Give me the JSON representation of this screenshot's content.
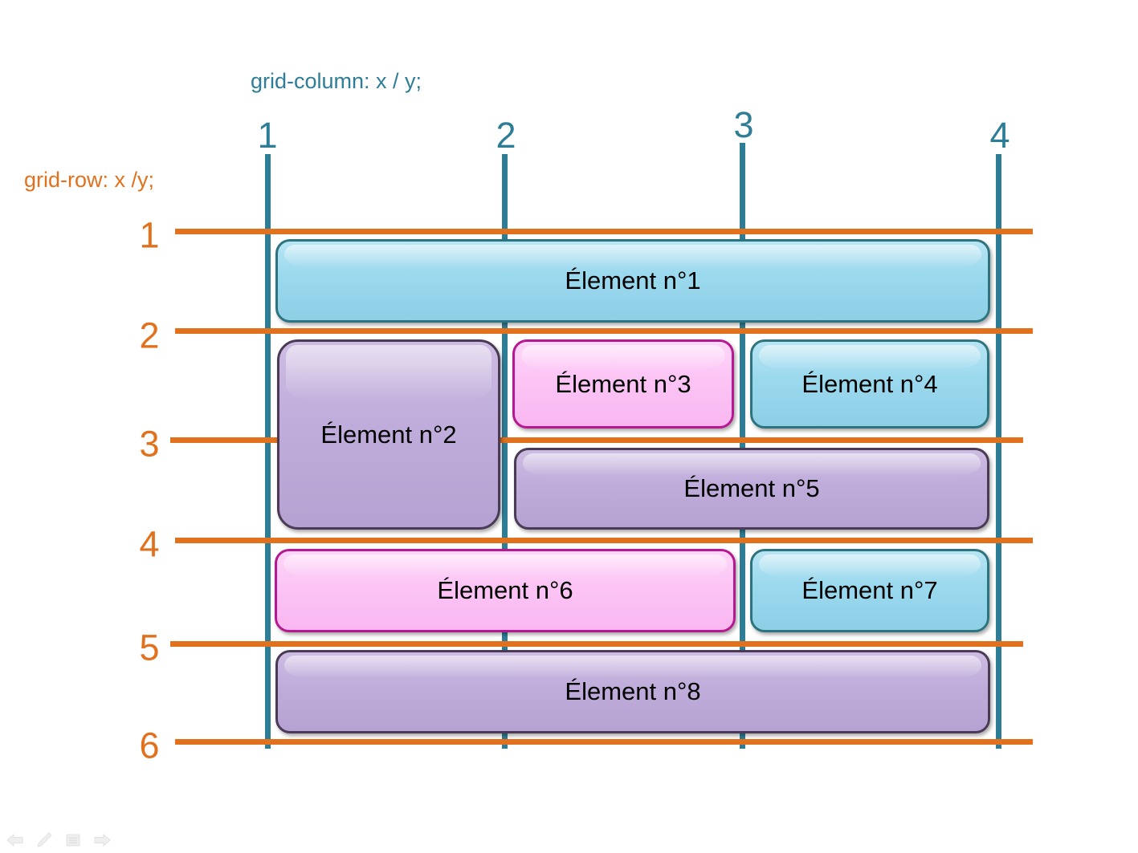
{
  "diagram": {
    "column_caption": "grid-column: x / y;",
    "row_caption": "grid-row: x /y;",
    "column_numbers": [
      "1",
      "2",
      "3",
      "4"
    ],
    "row_numbers": [
      "1",
      "2",
      "3",
      "4",
      "5",
      "6"
    ],
    "colors": {
      "column_line": "#2E7D96",
      "row_line": "#E2711D",
      "cyan_fill": "#9BD9EE",
      "cyan_border": "#2E7480",
      "purple_fill": "#C0ADDB",
      "purple_border": "#4A3A55",
      "pink_fill": "#FCC5F5",
      "pink_border": "#B5188F"
    },
    "elements": [
      {
        "label": "Élement n°1",
        "color": "cyan",
        "grid_column": "1 / 4",
        "grid_row": "1 / 2"
      },
      {
        "label": "Élement n°2",
        "color": "purple",
        "grid_column": "1 / 2",
        "grid_row": "2 / 4"
      },
      {
        "label": "Élement n°3",
        "color": "pink",
        "grid_column": "2 / 3",
        "grid_row": "2 / 3"
      },
      {
        "label": "Élement n°4",
        "color": "cyan",
        "grid_column": "3 / 4",
        "grid_row": "2 / 3"
      },
      {
        "label": "Élement n°5",
        "color": "purple",
        "grid_column": "2 / 4",
        "grid_row": "3 / 4"
      },
      {
        "label": "Élement n°6",
        "color": "pink",
        "grid_column": "1 / 3",
        "grid_row": "4 / 5"
      },
      {
        "label": "Élement n°7",
        "color": "cyan",
        "grid_column": "3 / 4",
        "grid_row": "4 / 5"
      },
      {
        "label": "Élement n°8",
        "color": "purple",
        "grid_column": "1 / 4",
        "grid_row": "5 / 6"
      }
    ]
  },
  "status_bar": {
    "icons": [
      "back-arrow-icon",
      "pencil-icon",
      "list-icon",
      "forward-arrow-icon"
    ]
  }
}
